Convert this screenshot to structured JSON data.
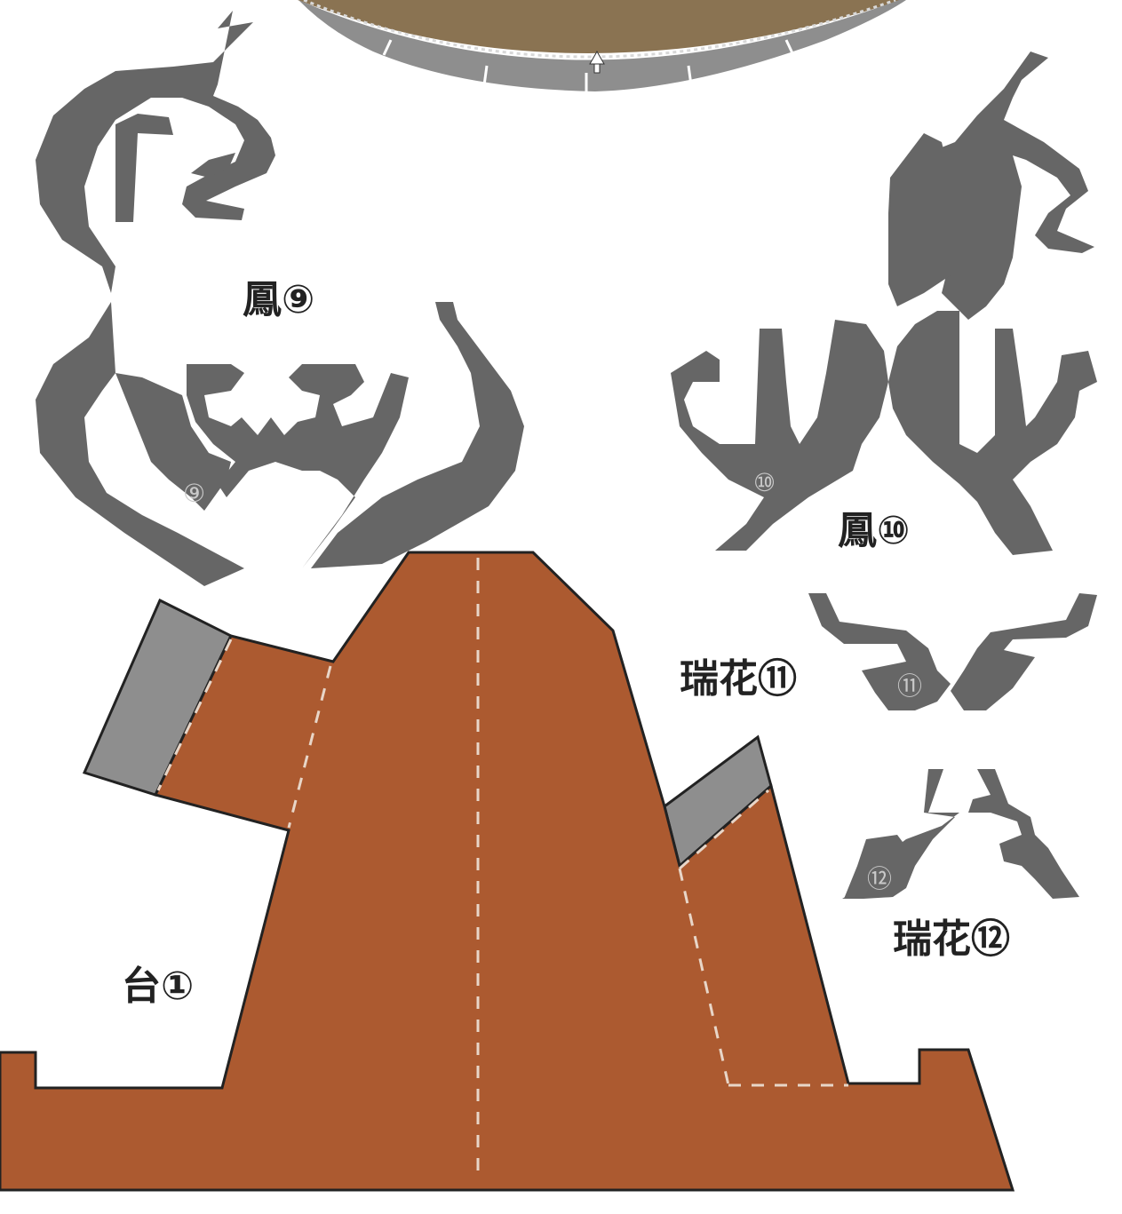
{
  "sheet": {
    "background": "#ffffff",
    "colors": {
      "base_fill": "#ac5a30",
      "tab_fill": "#8e8e8e",
      "cutout_fill": "#666666",
      "ring_fill": "#8a7352",
      "fold_line": "#e8d6c8",
      "label_text": "#222222"
    }
  },
  "pieces": {
    "ring": {
      "icon": "triangle-up-icon"
    },
    "phoenix_9": {
      "label": "鳳⑨",
      "mark": "⑨"
    },
    "phoenix_10": {
      "label": "鳳⑩",
      "mark": "⑩"
    },
    "flower_11": {
      "label": "瑞花⑪",
      "mark": "⑪"
    },
    "flower_12": {
      "label": "瑞花⑫",
      "mark": "⑫"
    },
    "stand_1": {
      "label": "台①"
    }
  }
}
